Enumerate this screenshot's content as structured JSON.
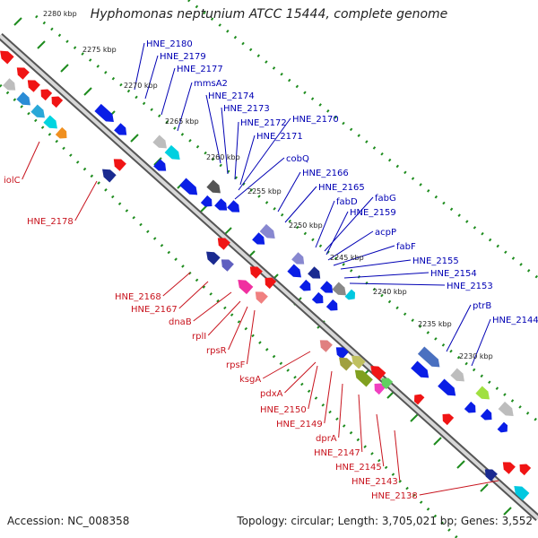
{
  "title": "Hyphomonas neptunium ATCC 15444, complete genome",
  "footer": {
    "accession": "Accession: NC_008358",
    "stats": "Topology: circular; Length: 3,705,021 bp; Genes: 3,552"
  },
  "colors": {
    "forward": "#0a1ee6",
    "reverse": "#f01414",
    "backbone": "#9a9a9a",
    "label_forward": "#0000b4",
    "label_reverse": "#c8141e",
    "ticks": "#1e8c1e"
  },
  "kbp_ticks": [
    "2280 kbp",
    "2275 kbp",
    "2270 kbp",
    "2265 kbp",
    "2260 kbp",
    "2255 kbp",
    "2250 kbp",
    "2245 kbp",
    "2240 kbp",
    "2235 kbp",
    "2230 kbp"
  ],
  "labels_forward": [
    "HNE_2180",
    "HNE_2179",
    "HNE_2177",
    "mmsA2",
    "HNE_2174",
    "HNE_2173",
    "HNE_2172",
    "HNE_2170",
    "HNE_2171",
    "cobQ",
    "HNE_2166",
    "HNE_2165",
    "fabD",
    "fabG",
    "HNE_2159",
    "acpP",
    "fabF",
    "HNE_2155",
    "HNE_2154",
    "HNE_2153",
    "ptrB",
    "HNE_2144"
  ],
  "labels_reverse": [
    "iolC",
    "HNE_2178",
    "HNE_2168",
    "HNE_2167",
    "dnaB",
    "rplI",
    "rpsR",
    "rpsF",
    "ksgA",
    "pdxA",
    "HNE_2150",
    "HNE_2149",
    "dprA",
    "HNE_2147",
    "HNE_2145",
    "HNE_2143",
    "HNE_2138"
  ]
}
